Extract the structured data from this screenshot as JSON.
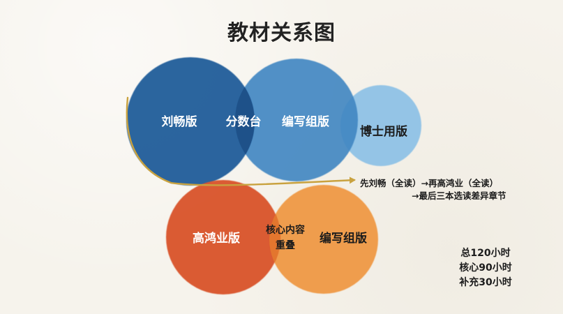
{
  "title": "教材关系图",
  "top_group": {
    "circle_liu": {
      "label": "刘畅版",
      "color": "#1b5a98"
    },
    "overlap_label": "分数台",
    "circle_bianxie": {
      "label": "编写组版",
      "color": "#3f86c2"
    },
    "circle_boshi": {
      "label": "博士用版",
      "color": "#8fc2e6"
    }
  },
  "bottom_group": {
    "circle_gao": {
      "label": "高鸿业版",
      "color": "#d9532b"
    },
    "overlap_label_line1": "核心内容",
    "overlap_label_line2": "重叠",
    "circle_bianxie": {
      "label": "编写组版",
      "color": "#ef9945"
    }
  },
  "arrow": {
    "color": "#c9a23f"
  },
  "reading_order": {
    "line1": "先刘畅（全读）→再高鸿业（全读）",
    "line2": "→最后三本选读差异章节"
  },
  "hours_box": {
    "total": "总120小时",
    "core": "核心90小时",
    "supplement": "补充30小时"
  }
}
